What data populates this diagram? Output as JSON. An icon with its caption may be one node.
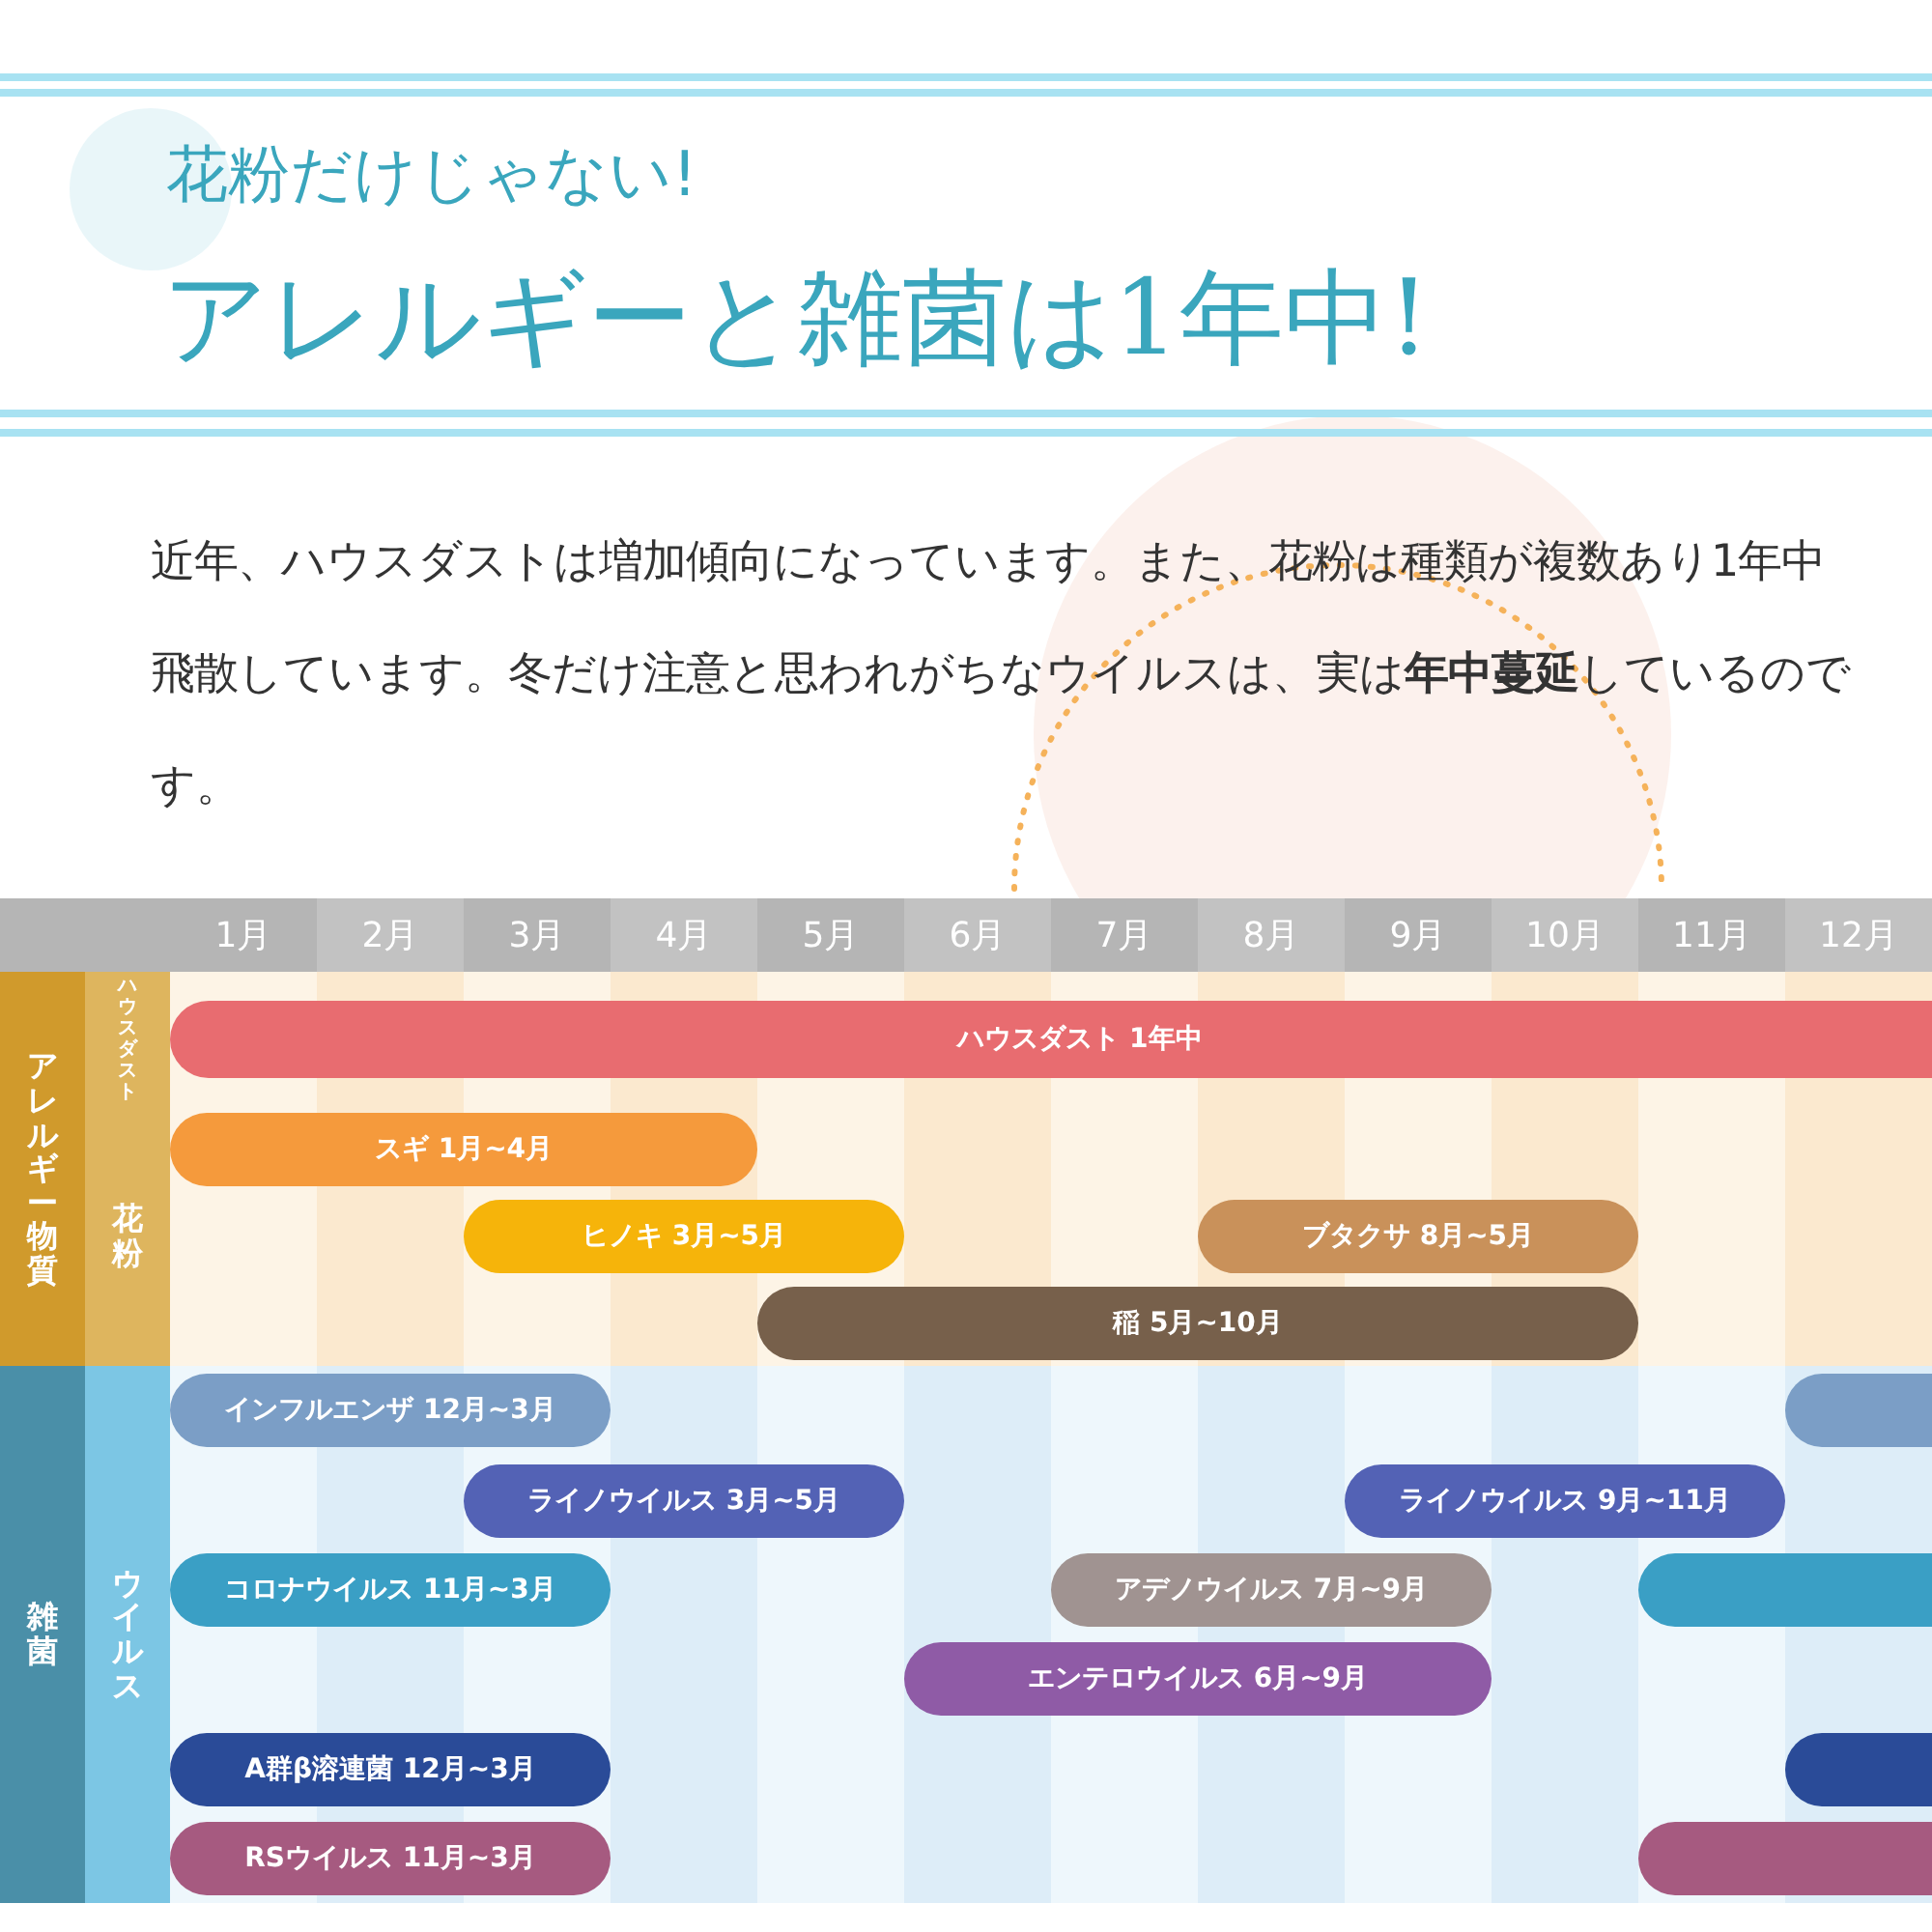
{
  "diagram": {
    "title": "アレルギーと雑菌は1年中!",
    "nodes": [
      {
        "text": [
          "アレルギー物質"
        ]
      },
      {
        "text": [
          "ハウスダスト"
        ]
      },
      {
        "text": [
          "花粉"
        ]
      },
      {
        "text": [
          "雑菌"
        ]
      },
      {
        "text": [
          "ウイルス"
        ]
      },
      {
        "text": [
          "ハウスダスト 1年中"
        ]
      },
      {
        "text": [
          "スギ 1月~4月"
        ]
      },
      {
        "text": [
          "ヒノキ 3月~5月"
        ]
      },
      {
        "text": [
          "ブタクサ 8月~5月"
        ]
      },
      {
        "text": [
          "稲 5月~10月"
        ]
      },
      {
        "text": [
          "インフルエンザ 12月~3月"
        ]
      },
      {
        "text": [],
        "shape": "bar"
      },
      {
        "text": [
          "ライノウイルス 3月~5月"
        ]
      },
      {
        "text": [
          "ライノウイルス 9月~11月"
        ]
      },
      {
        "text": [
          "コロナウイルス 11月~3月"
        ]
      },
      {
        "text": [
          "アデノウイルス 7月~9月"
        ]
      },
      {
        "text": [],
        "shape": "bar"
      },
      {
        "text": [
          "エンテロウイルス 6月~9月"
        ]
      },
      {
        "text": [
          "A群β溶連菌 12月~3月"
        ]
      },
      {
        "text": [],
        "shape": "bar"
      },
      {
        "text": [
          "RSウイルス 11月~3月"
        ]
      },
      {
        "text": [],
        "shape": "bar"
      }
    ],
    "labels": [
      "花粉だけじゃない!",
      "近年、ハウスダストは増加傾向になっています。また、花粉は種類が複数あり1年中飛散しています。冬だけ注意と思われがちなウイルスは、実は**年中蔓延**しているのです。",
      "1月",
      "2月",
      "3月",
      "4月",
      "5月",
      "6月",
      "7月",
      "8月",
      "9月",
      "10月",
      "11月",
      "12月"
    ]
  }
}
